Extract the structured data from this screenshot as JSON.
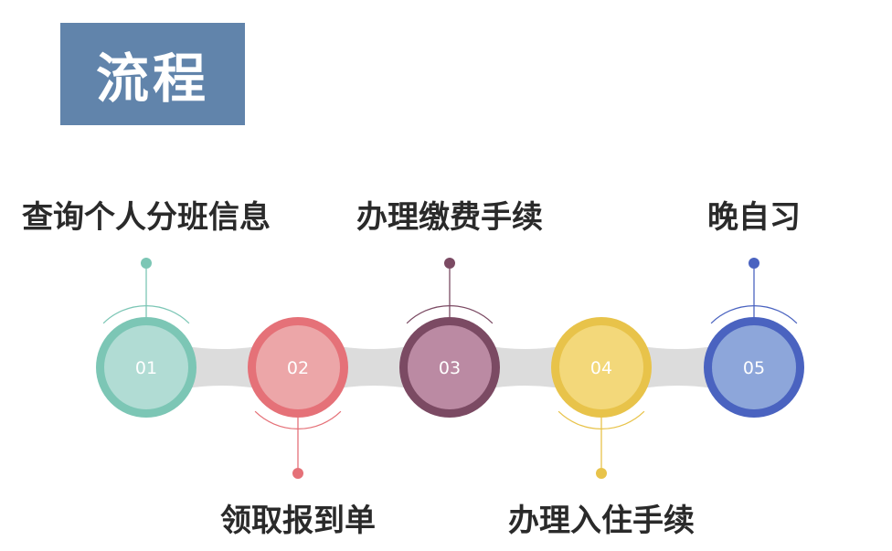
{
  "title": "流程",
  "steps": [
    {
      "num": "01",
      "label": "查询个人分班信息",
      "position": "top",
      "ring": "#7cc6b5",
      "fill": "#b1dcd4"
    },
    {
      "num": "02",
      "label": "领取报到单",
      "position": "bottom",
      "ring": "#e57178",
      "fill": "#eca6a8"
    },
    {
      "num": "03",
      "label": "办理缴费手续",
      "position": "top",
      "ring": "#7b4a63",
      "fill": "#bb8aa3"
    },
    {
      "num": "04",
      "label": "办理入住手续",
      "position": "bottom",
      "ring": "#e8c34a",
      "fill": "#f3d87a"
    },
    {
      "num": "05",
      "label": "晚自习",
      "position": "top",
      "ring": "#4a63c0",
      "fill": "#8da6da"
    }
  ],
  "colors": {
    "title_bg": "#6184ab",
    "connector": "#dcdcdc"
  }
}
